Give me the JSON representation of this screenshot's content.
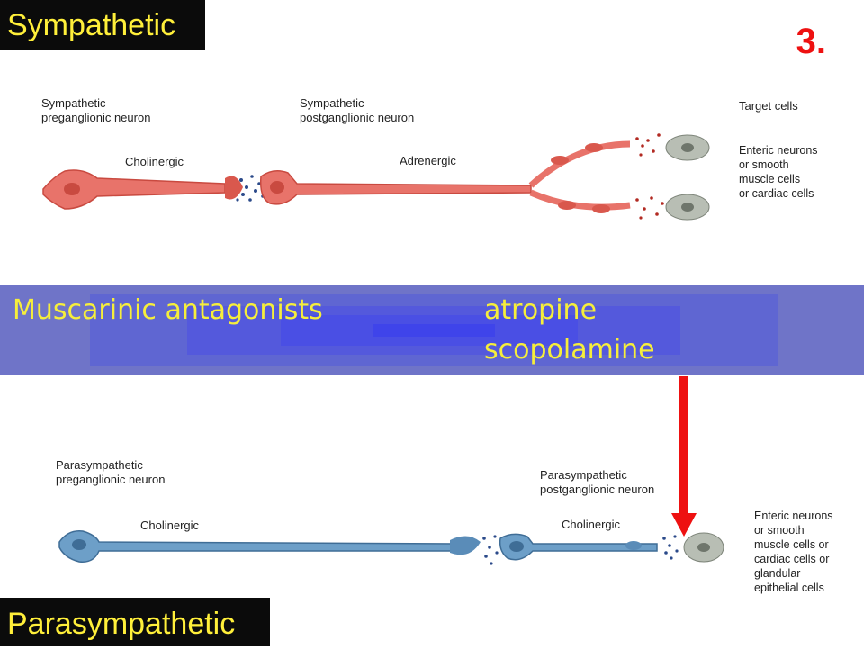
{
  "titles": {
    "sympathetic": "Sympathetic",
    "parasympathetic": "Parasympathetic",
    "slide_number": "3."
  },
  "sympathetic": {
    "pre_label": "Sympathetic\npreganglionic neuron",
    "post_label": "Sympathetic\npostganglionic neuron",
    "pre_type": "Cholinergic",
    "post_type": "Adrenergic",
    "target_header": "Target cells",
    "target_text": "Enteric neurons\nor smooth\nmuscle cells\nor cardiac cells",
    "colors": {
      "neuron": "#e8736a",
      "neuron_dark": "#c94a40",
      "target": "#b8beb4"
    }
  },
  "banner": {
    "left_text": "Muscarinic antagonists",
    "drugs": [
      "atropine",
      "scopolamine"
    ]
  },
  "parasympathetic": {
    "pre_label": "Parasympathetic\npreganglionic neuron",
    "post_label": "Parasympathetic\npostganglionic neuron",
    "pre_type": "Cholinergic",
    "post_type": "Cholinergic",
    "target_text": "Enteric neurons\nor smooth\nmuscle cells or\ncardiac cells or\nglandular\nepithelial cells",
    "colors": {
      "neuron": "#6d9fc8",
      "neuron_dark": "#3f6d96",
      "target": "#b8beb4",
      "arrow": "#ee1111"
    }
  }
}
